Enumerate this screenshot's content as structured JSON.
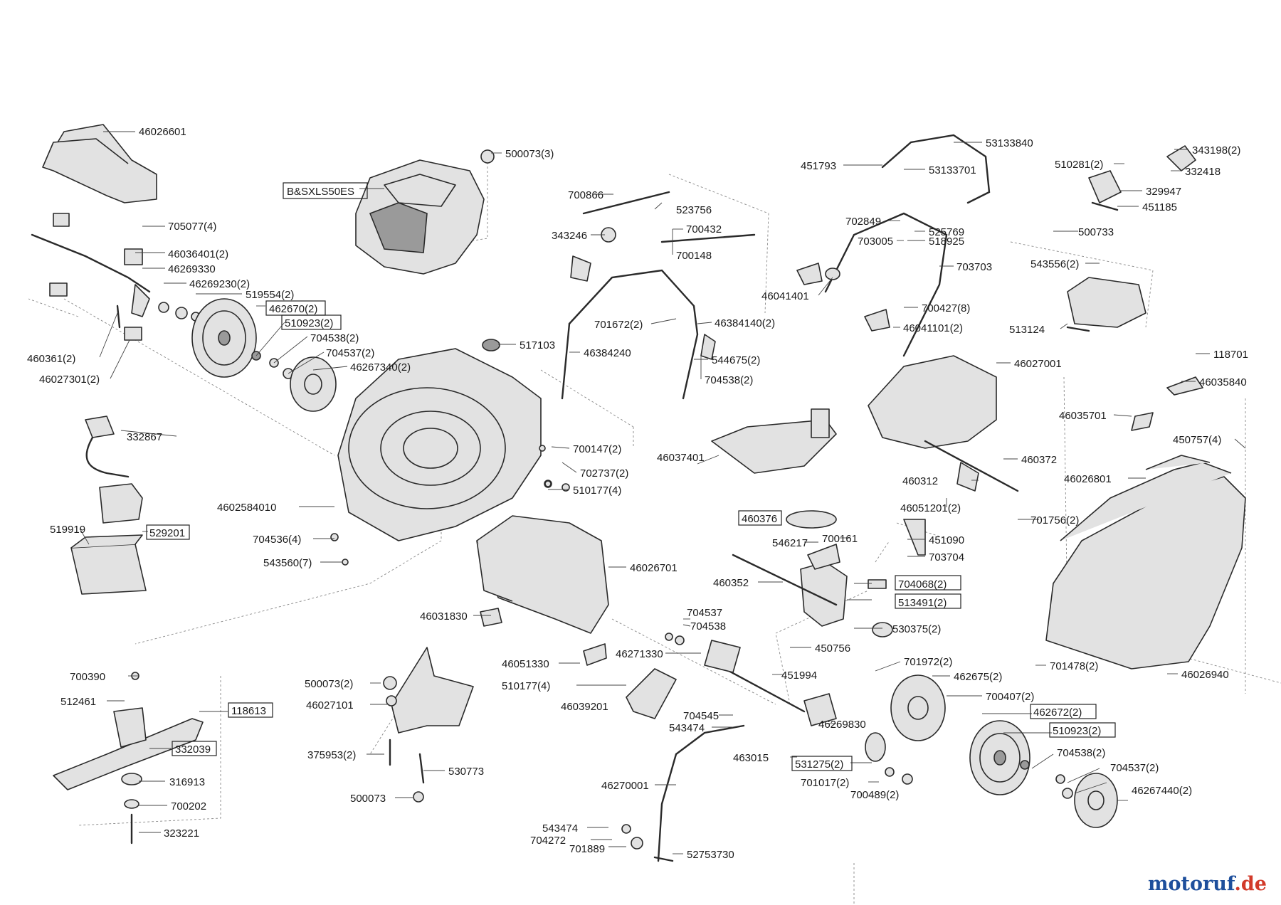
{
  "diagram": {
    "labels": {
      "p46026601": "46026601",
      "p500073_3": "500073(3)",
      "pBSXLS": "B&SXLS50ES",
      "p705077": "705077(4)",
      "p46036401": "46036401(2)",
      "p46269330": "46269330",
      "p46269230": "46269230(2)",
      "p519554": "519554(2)",
      "p462670": "462670(2)",
      "p510923a": "510923(2)",
      "p704538a": "704538(2)",
      "p704537a": "704537(2)",
      "p46267340": "46267340(2)",
      "p460361": "460361(2)",
      "p46027301": "46027301(2)",
      "p700866": "700866",
      "p523756": "523756",
      "p700432": "700432",
      "p343246": "343246",
      "p700148": "700148",
      "p701672": "701672(2)",
      "p46384140": "46384140(2)",
      "p46384240": "46384240",
      "p544675": "544675(2)",
      "p704538b": "704538(2)",
      "p53133840": "53133840",
      "p451793": "451793",
      "p53133701": "53133701",
      "p702849": "702849",
      "p525769": "525769",
      "p703005": "703005",
      "p518925": "518925",
      "p703703": "703703",
      "p46041401": "46041401",
      "p700427": "700427(8)",
      "p46041101": "46041101(2)",
      "p343198": "343198(2)",
      "p510281": "510281(2)",
      "p332418": "332418",
      "p329947": "329947",
      "p451185": "451185",
      "p500733": "500733",
      "p543556": "543556(2)",
      "p513124": "513124",
      "p517103": "517103",
      "p332867": "332867",
      "p529201": "529201",
      "p519919": "519919",
      "p700147": "700147(2)",
      "p702737": "702737(2)",
      "p510177a": "510177(4)",
      "p4602584010": "4602584010",
      "p704536": "704536(4)",
      "p543560": "543560(7)",
      "p46026701": "46026701",
      "p46031830": "46031830",
      "p46051330": "46051330",
      "p46271330": "46271330",
      "p510177b": "510177(4)",
      "p46039201": "46039201",
      "p46037401": "46037401",
      "p46027001": "46027001",
      "p460372": "460372",
      "p460312": "460312",
      "p46051201": "46051201(2)",
      "p460376": "460376",
      "p546217": "546217",
      "p700161": "700161",
      "p451090": "451090",
      "p703704": "703704",
      "p460352": "460352",
      "p704068": "704068(2)",
      "p513491": "513491(2)",
      "p530375": "530375(2)",
      "p450756": "450756",
      "p451994": "451994",
      "p704537b": "704537",
      "p704538c": "704538",
      "p704545": "704545",
      "p543474a": "543474",
      "p46269830": "46269830",
      "p463015": "463015",
      "p531275": "531275(2)",
      "p701017": "701017(2)",
      "p700489": "700489(2)",
      "p46270001": "46270001",
      "p543474b": "543474",
      "p704272": "704272",
      "p701889": "701889",
      "p52753730": "52753730",
      "p118701": "118701",
      "p46035840": "46035840",
      "p46035701": "46035701",
      "p450757": "450757(4)",
      "p46026801": "46026801",
      "p701756": "701756(2)",
      "p701478": "701478(2)",
      "p46026940": "46026940",
      "p701972": "701972(2)",
      "p462675": "462675(2)",
      "p700407": "700407(2)",
      "p462672": "462672(2)",
      "p510923b": "510923(2)",
      "p704538d": "704538(2)",
      "p704537c": "704537(2)",
      "p46267440": "46267440(2)",
      "p700390": "700390",
      "p512461": "512461",
      "p118613": "118613",
      "p332039": "332039",
      "p316913": "316913",
      "p700202": "700202",
      "p323221": "323221",
      "p500073_2": "500073(2)",
      "p46027101": "46027101",
      "p375953": "375953(2)",
      "p530773": "530773",
      "p500073": "500073"
    }
  },
  "watermark": {
    "main": "motoruf",
    "suffix": ".de"
  }
}
